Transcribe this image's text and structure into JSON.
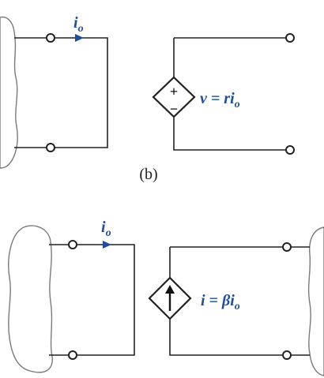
{
  "figure": {
    "caption": "(b)",
    "top_circuit": {
      "current_symbol": "i",
      "current_subscript": "o",
      "source_plus": "+",
      "source_minus": "−",
      "source_label_prefix": "v = r",
      "source_label_var": "i",
      "source_label_sub": "o"
    },
    "bottom_circuit": {
      "current_symbol": "i",
      "current_subscript": "o",
      "source_label_prefix": "i = β",
      "source_label_var": "i",
      "source_label_sub": "o"
    }
  },
  "colors": {
    "accent_blue": "#1f4e9c",
    "line": "#222222",
    "blob_outline": "#7a7a7a"
  }
}
